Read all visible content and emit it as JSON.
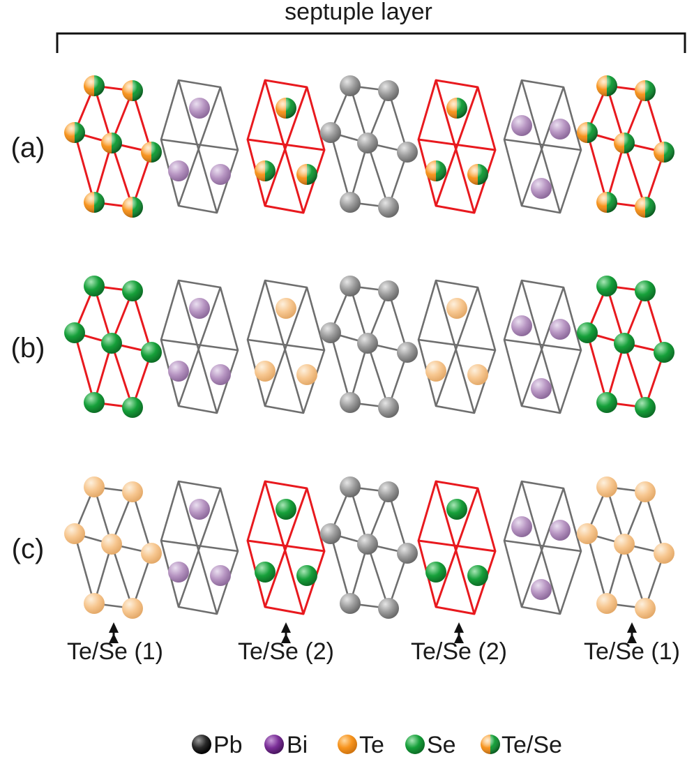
{
  "title": "septuple layer",
  "rows": [
    {
      "label": "(a)",
      "blocks": [
        {
          "frame": "red",
          "atom": "tese"
        },
        {
          "frame": "gray",
          "atom": "bi"
        },
        {
          "frame": "red",
          "atom": "tese"
        },
        {
          "frame": "gray",
          "atom": "pb"
        },
        {
          "frame": "red",
          "atom": "tese"
        },
        {
          "frame": "gray",
          "atom": "bi"
        },
        {
          "frame": "red",
          "atom": "tese"
        }
      ]
    },
    {
      "label": "(b)",
      "blocks": [
        {
          "frame": "red",
          "atom": "se"
        },
        {
          "frame": "gray",
          "atom": "bi"
        },
        {
          "frame": "gray",
          "atom": "te_pale"
        },
        {
          "frame": "gray",
          "atom": "pb"
        },
        {
          "frame": "gray",
          "atom": "te_pale"
        },
        {
          "frame": "gray",
          "atom": "bi"
        },
        {
          "frame": "red",
          "atom": "se"
        }
      ]
    },
    {
      "label": "(c)",
      "blocks": [
        {
          "frame": "gray",
          "atom": "te_pale"
        },
        {
          "frame": "gray",
          "atom": "bi"
        },
        {
          "frame": "red",
          "atom": "se"
        },
        {
          "frame": "gray",
          "atom": "pb"
        },
        {
          "frame": "red",
          "atom": "se"
        },
        {
          "frame": "gray",
          "atom": "bi"
        },
        {
          "frame": "gray",
          "atom": "te_pale"
        }
      ]
    }
  ],
  "arrow_labels": [
    "Te/Se (1)",
    "Te/Se (2)",
    "Te/Se (2)",
    "Te/Se (1)"
  ],
  "legend": [
    {
      "symbol": "pb",
      "label": "Pb"
    },
    {
      "symbol": "bi",
      "label": "Bi"
    },
    {
      "symbol": "te",
      "label": "Te"
    },
    {
      "symbol": "se",
      "label": "Se"
    },
    {
      "symbol": "tese",
      "label": "Te/Se"
    }
  ],
  "colors": {
    "frame_red": "#e8191e",
    "frame_gray": "#6e6e6e",
    "pb": "#9c9c9c",
    "bi": "#b795c2",
    "te": "#f7941e",
    "te_pale": "#f7c790",
    "se": "#16a03a",
    "legend_pb": "#2a2a2a",
    "legend_bi": "#7b2f98"
  }
}
